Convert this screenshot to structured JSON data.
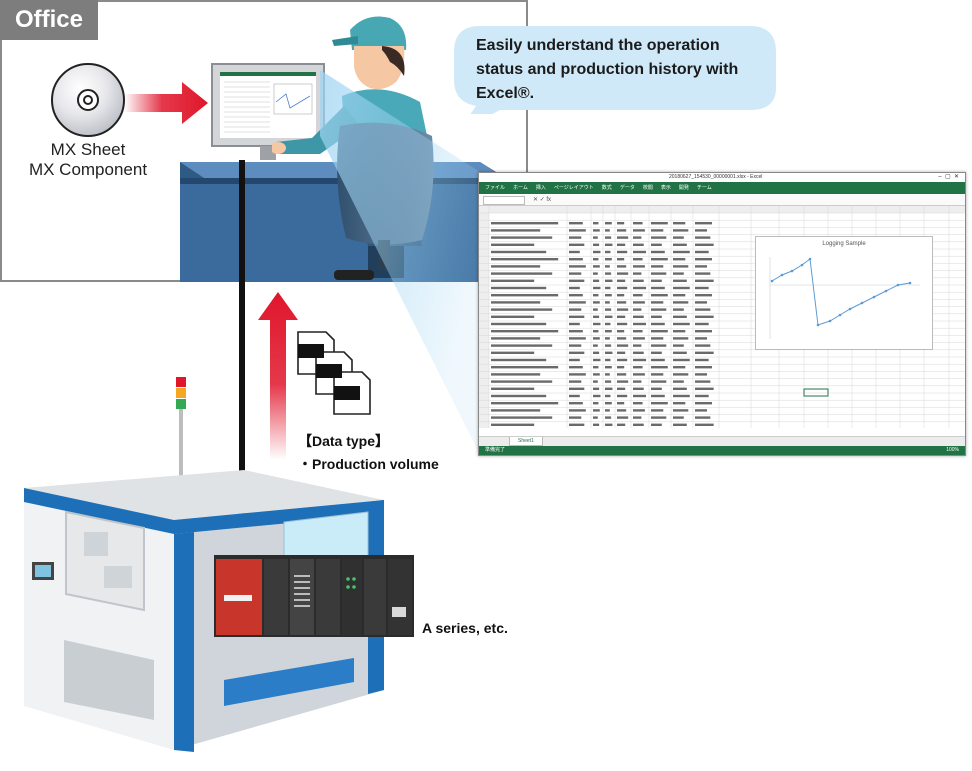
{
  "office": {
    "tag": "Office",
    "software_line1": "MX Sheet",
    "software_line2": "MX Component"
  },
  "speech": {
    "line1": "Easily understand the operation",
    "line2": "status and production history with",
    "line3": "Excel®."
  },
  "data_type": {
    "heading": "【Data type】",
    "item": "・Production volume"
  },
  "plc": {
    "caption": "A series, etc."
  },
  "excel": {
    "title": "20180627_154530_00000001.xlsx - Excel",
    "ribbon_tabs": [
      "ファイル",
      "ホーム",
      "挿入",
      "ページレイアウト",
      "数式",
      "データ",
      "校閲",
      "表示",
      "開発",
      "チーム"
    ],
    "chart_title": "Logging Sample",
    "sheet_tab": "Sheet1",
    "status": "準備完了",
    "zoom": "100%"
  },
  "colors": {
    "arrow_red": "#e0162b",
    "speech_bubble": "#cfe9f8",
    "excel_green": "#217346",
    "office_tag": "#7d7d7d"
  }
}
